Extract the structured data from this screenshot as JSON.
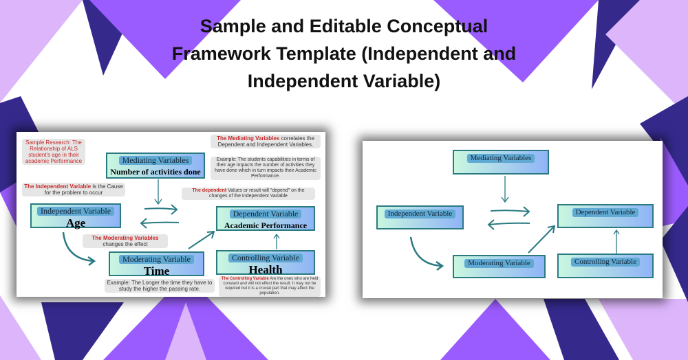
{
  "title": "Sample and Editable Conceptual Framework Template (Independent and Independent Variable)",
  "colors": {
    "light_purple": "#dcb5fb",
    "purple": "#9b5cff",
    "dark_purple": "#35298c",
    "teal": "#2a7a82"
  },
  "example": {
    "sample_research": "Sample Research: The Relationship of ALS student's age in their academic Performance",
    "mediating": {
      "label": "Mediating Variables",
      "value": "Number of activities done"
    },
    "independent": {
      "label": "Independent Variable",
      "value": "Age"
    },
    "dependent": {
      "label": "Dependent Variable",
      "value": "Academic Performance"
    },
    "moderating": {
      "label": "Moderating Variable",
      "value": "Time"
    },
    "controlling": {
      "label": "Controlling Variable",
      "value": "Health"
    },
    "notes": {
      "mediating_red": "The Mediating Variables",
      "mediating_rest": " correlates the Dependent and Independent Variables.",
      "mediating_example": "Example: The students capabilities in terms of their age impacts the number of activities they have done which in turn impacts their Academic Performance.",
      "independent_red": "The Independent Variable",
      "independent_rest": " is the Cause for the problem to occur",
      "dependent_red": "The dependent",
      "dependent_rest": " Values or result will \"depend\" on the changes of the Independent Variable",
      "moderating_red": "The Moderating Variables",
      "moderating_rest": " changes the effect",
      "moderating_example": "Example: The Longer the time they have to study the higher the passing rate.",
      "controlling_red": "The Controlling Variable",
      "controlling_rest": " Are the ones who are held constant and will not effect the result. It may not be required but it is a crucial part that may affect the population."
    }
  },
  "template": {
    "mediating": "Mediating Variables",
    "independent": "Independent Variable",
    "dependent": "Dependent Variable",
    "moderating": "Moderating Variable",
    "controlling": "Controlling Variable"
  }
}
